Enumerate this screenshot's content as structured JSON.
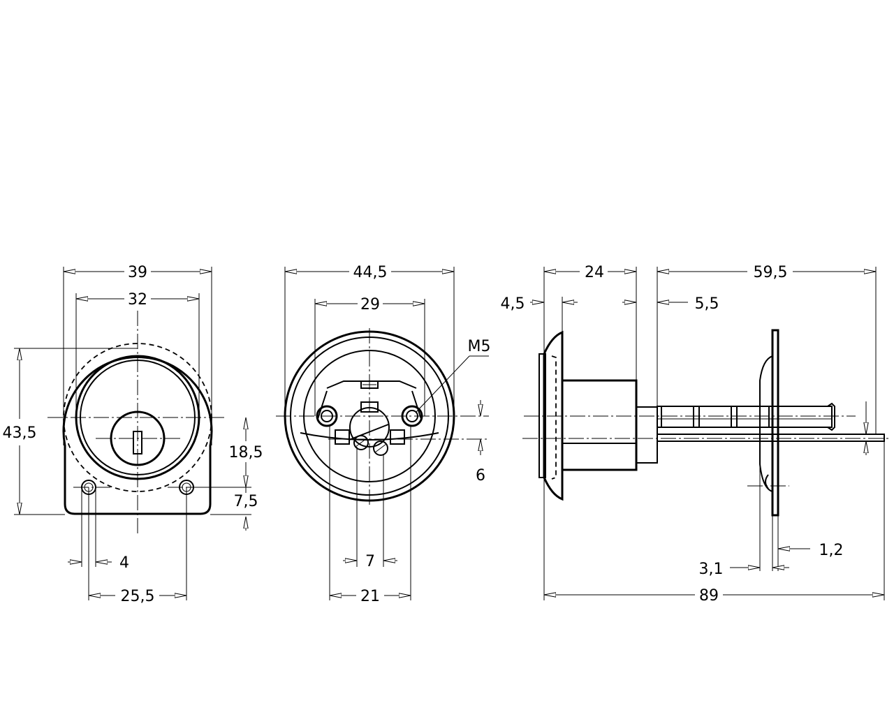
{
  "front_view": {
    "dims": {
      "d39": "39",
      "d32": "32",
      "d43_5": "43,5",
      "d18_5": "18,5",
      "d7_5": "7,5",
      "d4": "4",
      "d25_5": "25,5"
    }
  },
  "rear_view": {
    "dims": {
      "d44_5": "44,5",
      "d29": "29",
      "m5": "M5",
      "d6": "6",
      "d7": "7",
      "d21": "21"
    }
  },
  "side_view": {
    "dims": {
      "d24": "24",
      "d59_5": "59,5",
      "d4_5": "4,5",
      "d5_5": "5,5",
      "d1_2": "1,2",
      "d3_1": "3,1",
      "d89": "89"
    }
  }
}
